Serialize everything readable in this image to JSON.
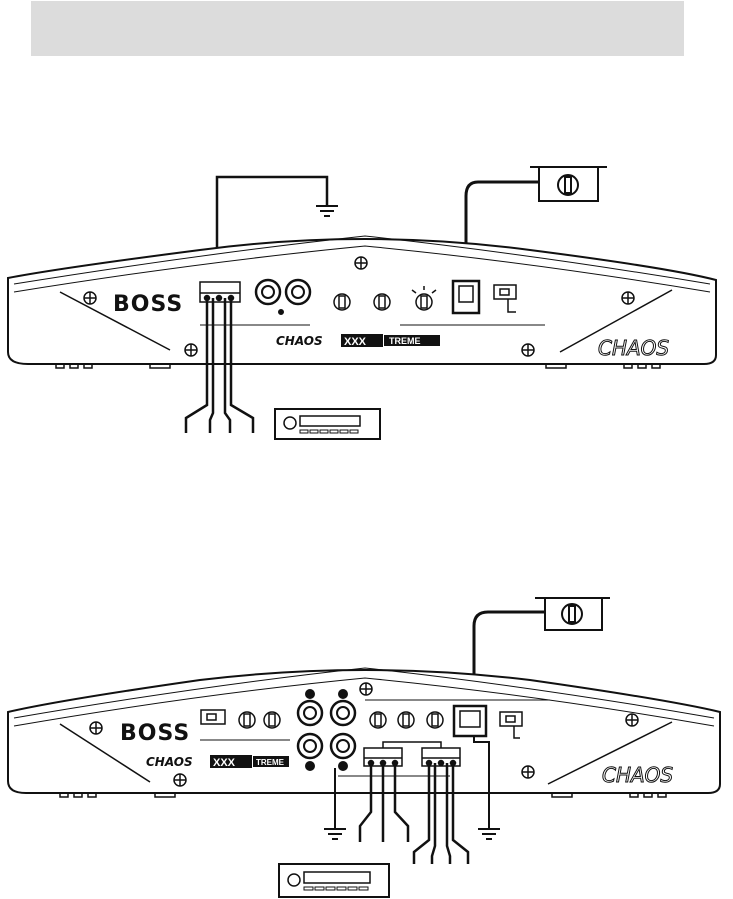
{
  "brand": {
    "boss": "BOSS",
    "series": "CHAOS",
    "series_prefix": "CHAOS",
    "x_mark": "XXX",
    "series_suffix": "TREME"
  },
  "colors": {
    "header_bar": "#dcdcdc",
    "ink": "#111111",
    "panel": "#ffffff"
  },
  "icons": [
    "ground-icon",
    "remote-bass-knob-icon",
    "head-unit-radio-icon",
    "screw-icon",
    "rca-jack-icon",
    "gain-knob-icon",
    "switch-icon"
  ]
}
